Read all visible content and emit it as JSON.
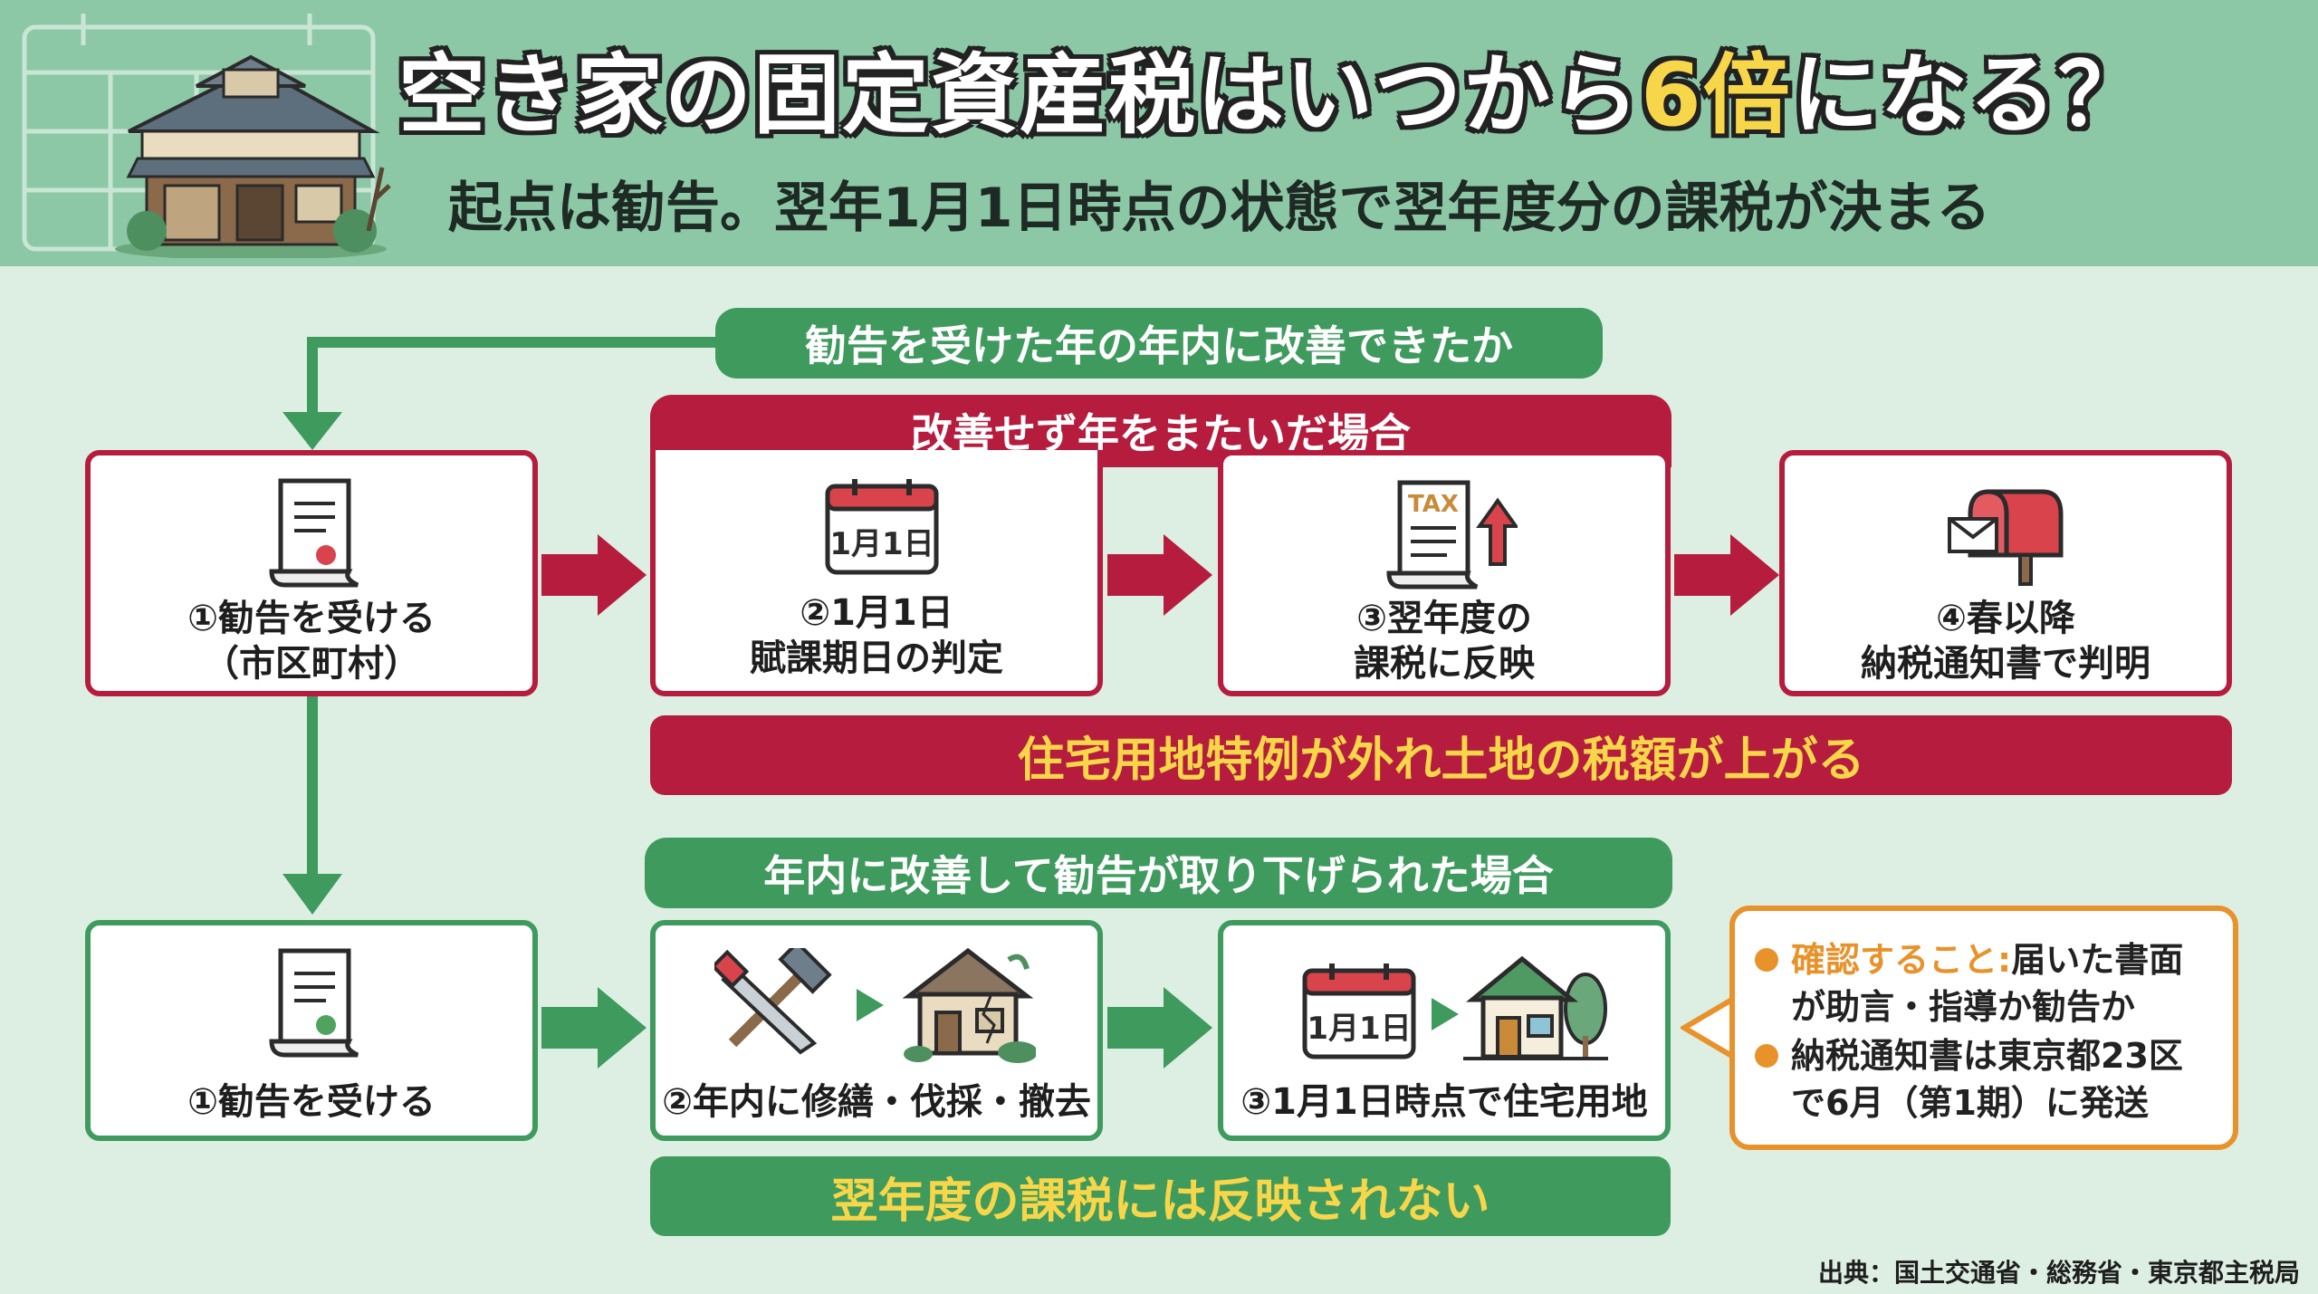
{
  "header": {
    "title_pre": "空き家の固定資産税はいつから",
    "title_highlight": "6倍",
    "title_post": "になる？",
    "subtitle": "起点は勧告。翌年1月1日時点の状態で翌年度分の課税が決まる"
  },
  "top_flow": {
    "question": "勧告を受けた年の年内に改善できたか",
    "case_label": "改善せず年をまたいだ場合",
    "steps": [
      {
        "line1": "①勧告を受ける",
        "line2": "（市区町村）"
      },
      {
        "line1": "②1月1日",
        "line2": "賦課期日の判定"
      },
      {
        "line1": "③翌年度の",
        "line2": "課税に反映"
      },
      {
        "line1": "④春以降",
        "line2": "納税通知書で判明"
      }
    ],
    "result": "住宅用地特例が外れ土地の税額が上がる"
  },
  "bottom_flow": {
    "case_label": "年内に改善して勧告が取り下げられた場合",
    "steps": [
      {
        "line1": "①勧告を受ける"
      },
      {
        "line1": "②年内に修繕・伐採・撤去"
      },
      {
        "line1": "③1月1日時点で住宅用地"
      }
    ],
    "result": "翌年度の課税には反映されない"
  },
  "icons": {
    "calendar_text": "1月1日",
    "tax_text": "TAX"
  },
  "note": {
    "item1_label": "確認すること:",
    "item1_text_a": "届いた書面",
    "item1_text_b": "が助言・指導か勧告か",
    "item2_text_a": "納税通知書は東京都23区",
    "item2_text_b": "で6月（第1期）に発送"
  },
  "source": "出典：国土交通省・総務省・東京都主税局",
  "colors": {
    "header_bg": "#8cc7a6",
    "body_bg": "#dcefe2",
    "green": "#3f9a5e",
    "red": "#b51c3d",
    "yellow": "#f7d64a",
    "orange": "#e8922b"
  }
}
